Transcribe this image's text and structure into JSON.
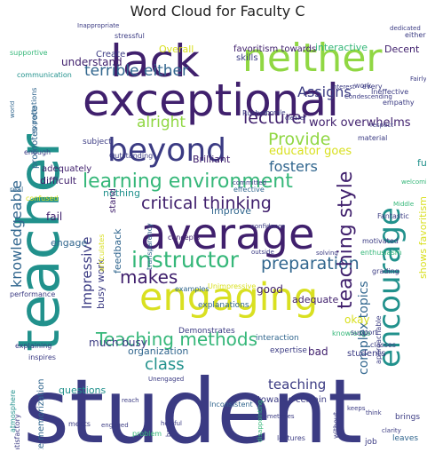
{
  "title": "Word Cloud for Faculty C",
  "palette": {
    "dark_purple": "#40206d",
    "indigo": "#3b3b83",
    "blue": "#31668e",
    "teal": "#21918c",
    "green": "#35b779",
    "lime": "#90d743",
    "yellow": "#d9e021"
  },
  "words": [
    {
      "text": "student",
      "color": "#3b3b83"
    },
    {
      "text": "teacher",
      "color": "#21918c"
    },
    {
      "text": "exceptional",
      "color": "#40206d"
    },
    {
      "text": "average",
      "color": "#40206d"
    },
    {
      "text": "lack",
      "color": "#40206d"
    },
    {
      "text": "neither",
      "color": "#90d743"
    },
    {
      "text": "engaging",
      "color": "#d9e021"
    },
    {
      "text": "encourage",
      "color": "#21918c"
    },
    {
      "text": "beyond",
      "color": "#3b3b83"
    },
    {
      "text": "learning environment",
      "color": "#35b779"
    },
    {
      "text": "critical thinking",
      "color": "#40206d"
    },
    {
      "text": "instructor",
      "color": "#35b779"
    },
    {
      "text": "Teaching methods",
      "color": "#35b779"
    },
    {
      "text": "terrible either",
      "color": "#31668e"
    },
    {
      "text": "Provide",
      "color": "#90d743"
    },
    {
      "text": "preparation",
      "color": "#31668e"
    },
    {
      "text": "teaching style",
      "color": "#40206d"
    },
    {
      "text": "makes",
      "color": "#40206d"
    },
    {
      "text": "lecturer",
      "color": "#40206d"
    },
    {
      "text": "fosters",
      "color": "#31668e"
    },
    {
      "text": "Assigns",
      "color": "#3b3b83"
    },
    {
      "text": "knowledgeable",
      "color": "#31668e"
    },
    {
      "text": "class",
      "color": "#21918c"
    },
    {
      "text": "teaching",
      "color": "#3b3b83"
    },
    {
      "text": "Impressive",
      "color": "#3b3b83"
    },
    {
      "text": "positive learning",
      "color": "#3b3b83"
    },
    {
      "text": "Great",
      "color": "#3b3b83"
    },
    {
      "text": "Outstanding educator",
      "color": "#40206d"
    },
    {
      "text": "complex topics",
      "color": "#31668e"
    },
    {
      "text": "alright",
      "color": "#90d743"
    },
    {
      "text": "educator goes",
      "color": "#d9e021"
    },
    {
      "text": "work overwhelms",
      "color": "#40206d"
    },
    {
      "text": "understand",
      "color": "#40206d"
    },
    {
      "text": "Decent",
      "color": "#40206d"
    },
    {
      "text": "Overall",
      "color": "#d9e021"
    },
    {
      "text": "interactive",
      "color": "#35b779"
    },
    {
      "text": "favoritism towards",
      "color": "#40206d"
    },
    {
      "text": "Create",
      "color": "#3b3b83"
    },
    {
      "text": "skills",
      "color": "#3b3b83"
    },
    {
      "text": "much busy",
      "color": "#3b3b83"
    },
    {
      "text": "busy work",
      "color": "#3b3b83"
    },
    {
      "text": "questions",
      "color": "#21918c"
    },
    {
      "text": "organization",
      "color": "#31668e"
    },
    {
      "text": "rote memorization",
      "color": "#31668e"
    },
    {
      "text": "adequate",
      "color": "#40206d"
    },
    {
      "text": "good",
      "color": "#40206d"
    },
    {
      "text": "okay",
      "color": "#d9e021"
    },
    {
      "text": "bad",
      "color": "#40206d"
    },
    {
      "text": "feedback",
      "color": "#31668e"
    },
    {
      "text": "engage",
      "color": "#31668e"
    },
    {
      "text": "fail",
      "color": "#40206d"
    },
    {
      "text": "nothing",
      "color": "#21918c"
    },
    {
      "text": "improve",
      "color": "#31668e"
    },
    {
      "text": "fun",
      "color": "#21918c"
    },
    {
      "text": "promotes rote",
      "color": "#31668e"
    },
    {
      "text": "adequately",
      "color": "#40206d"
    },
    {
      "text": "difficult",
      "color": "#40206d"
    },
    {
      "text": "Brilliant",
      "color": "#40206d"
    },
    {
      "text": "stand",
      "color": "#40206d"
    },
    {
      "text": "subject",
      "color": "#3b3b83"
    },
    {
      "text": "Outstanding",
      "color": "#3b3b83"
    },
    {
      "text": "effective",
      "color": "#31668e"
    },
    {
      "text": "work",
      "color": "#3b3b83"
    },
    {
      "text": "material",
      "color": "#3b3b83"
    },
    {
      "text": "every",
      "color": "#3b3b83"
    },
    {
      "text": "Ineffective",
      "color": "#3b3b83"
    },
    {
      "text": "empathy",
      "color": "#3b3b83"
    },
    {
      "text": "students",
      "color": "#3b3b83"
    },
    {
      "text": "brings",
      "color": "#3b3b83"
    },
    {
      "text": "leaves",
      "color": "#31668e"
    },
    {
      "text": "job",
      "color": "#3b3b83"
    },
    {
      "text": "towards certain",
      "color": "#3b3b83"
    },
    {
      "text": "Inconsistent",
      "color": "#31668e"
    },
    {
      "text": "interaction",
      "color": "#31668e"
    },
    {
      "text": "expertise",
      "color": "#3b3b83"
    },
    {
      "text": "Demonstrates",
      "color": "#3b3b83"
    },
    {
      "text": "explanations",
      "color": "#31668e"
    },
    {
      "text": "shows favoritism",
      "color": "#d9e021"
    },
    {
      "text": "supportive",
      "color": "#35b779"
    },
    {
      "text": "stressful",
      "color": "#3b3b83"
    },
    {
      "text": "communication",
      "color": "#21918c"
    },
    {
      "text": "expectations",
      "color": "#31668e"
    },
    {
      "text": "either",
      "color": "#3b3b83"
    },
    {
      "text": "enough",
      "color": "#3b3b83"
    },
    {
      "text": "real",
      "color": "#31668e"
    },
    {
      "text": "confused",
      "color": "#d9e021"
    },
    {
      "text": "performance",
      "color": "#3b3b83"
    },
    {
      "text": "explaining",
      "color": "#3b3b83"
    },
    {
      "text": "Satisfactory",
      "color": "#3b3b83"
    },
    {
      "text": "meets",
      "color": "#3b3b83"
    },
    {
      "text": "Applications",
      "color": "#35b779"
    },
    {
      "text": "concepts",
      "color": "#40206d"
    },
    {
      "text": "transparency",
      "color": "#31668e"
    },
    {
      "text": "Unimpressive",
      "color": "#d9e021"
    },
    {
      "text": "examples",
      "color": "#31668e"
    },
    {
      "text": "grading",
      "color": "#3b3b83"
    },
    {
      "text": "enthusiasm",
      "color": "#35b779"
    },
    {
      "text": "motivated",
      "color": "#3b3b83"
    },
    {
      "text": "Fantastic",
      "color": "#3b3b83"
    },
    {
      "text": "knowledge",
      "color": "#35b779"
    },
    {
      "text": "approachable",
      "color": "#3b3b83"
    },
    {
      "text": "support",
      "color": "#3b3b83"
    },
    {
      "text": "classes",
      "color": "#3b3b83"
    },
    {
      "text": "without",
      "color": "#3b3b83"
    },
    {
      "text": "lectures",
      "color": "#3b3b83"
    },
    {
      "text": "problem",
      "color": "#35b779"
    },
    {
      "text": "inspires",
      "color": "#3b3b83"
    },
    {
      "text": "atmosphere",
      "color": "#21918c"
    },
    {
      "text": "Rushes",
      "color": "#3b3b83"
    },
    {
      "text": "morale",
      "color": "#3b3b83"
    },
    {
      "text": "committed",
      "color": "#3b3b83"
    },
    {
      "text": "interest",
      "color": "#3b3b83"
    },
    {
      "text": "Condescending",
      "color": "#3b3b83"
    },
    {
      "text": "respect",
      "color": "#3b3b83"
    },
    {
      "text": "welcoming",
      "color": "#35b779"
    },
    {
      "text": "Middle",
      "color": "#35b779"
    },
    {
      "text": "Fairly",
      "color": "#3b3b83"
    },
    {
      "text": "clearer",
      "color": "#3b3b83"
    },
    {
      "text": "articulates",
      "color": "#d9e021"
    },
    {
      "text": "world",
      "color": "#31668e"
    },
    {
      "text": "reach",
      "color": "#3b3b83"
    },
    {
      "text": "engaged",
      "color": "#3b3b83"
    },
    {
      "text": "helpful",
      "color": "#3b3b83"
    },
    {
      "text": "basic",
      "color": "#3b3b83"
    },
    {
      "text": "sometimes",
      "color": "#3b3b83"
    },
    {
      "text": "disappointing",
      "color": "#35b779"
    },
    {
      "text": "Unengaged",
      "color": "#3b3b83"
    },
    {
      "text": "uses",
      "color": "#3b3b83"
    },
    {
      "text": "solving",
      "color": "#3b3b83"
    },
    {
      "text": "confidence",
      "color": "#3b3b83"
    },
    {
      "text": "outside",
      "color": "#3b3b83"
    },
    {
      "text": "Inappropriate",
      "color": "#3b3b83"
    },
    {
      "text": "dedicated",
      "color": "#3b3b83"
    },
    {
      "text": "keeps",
      "color": "#3b3b83"
    },
    {
      "text": "think",
      "color": "#3b3b83"
    },
    {
      "text": "provides",
      "color": "#35b779"
    },
    {
      "text": "clarity",
      "color": "#3b3b83"
    }
  ]
}
